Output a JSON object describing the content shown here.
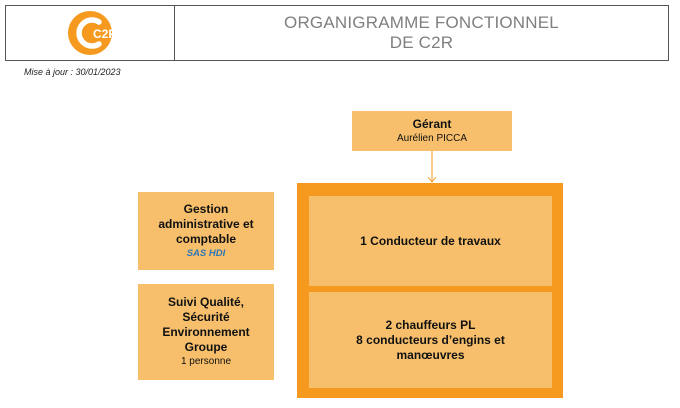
{
  "header": {
    "logo_text": "C2R",
    "title_line1": "ORGANIGRAMME FONCTIONNEL",
    "title_line2": "DE C2R"
  },
  "update_text": "Mise à jour : 30/01/2023",
  "gerant": {
    "title": "Gérant",
    "name": "Aurélien PICCA"
  },
  "gestion": {
    "lines": [
      "Gestion",
      "administrative et",
      "comptable"
    ],
    "company": "SAS HDI"
  },
  "qualite": {
    "lines": [
      "Suivi Qualité,",
      "Sécurité",
      "Environnement",
      "Groupe"
    ],
    "count": "1 personne"
  },
  "conducteur": {
    "label": "1 Conducteur de travaux"
  },
  "equipe": {
    "lines": [
      "2 chauffeurs PL",
      "8 conducteurs d’engins et",
      "manœuvres"
    ]
  },
  "colors": {
    "box_fill": "#f7bf6b",
    "outer_frame": "#f59a1f",
    "logo_orange": "#f59a1f",
    "accent_blue": "#2e75b6",
    "title_gray": "#7f7f7f"
  }
}
